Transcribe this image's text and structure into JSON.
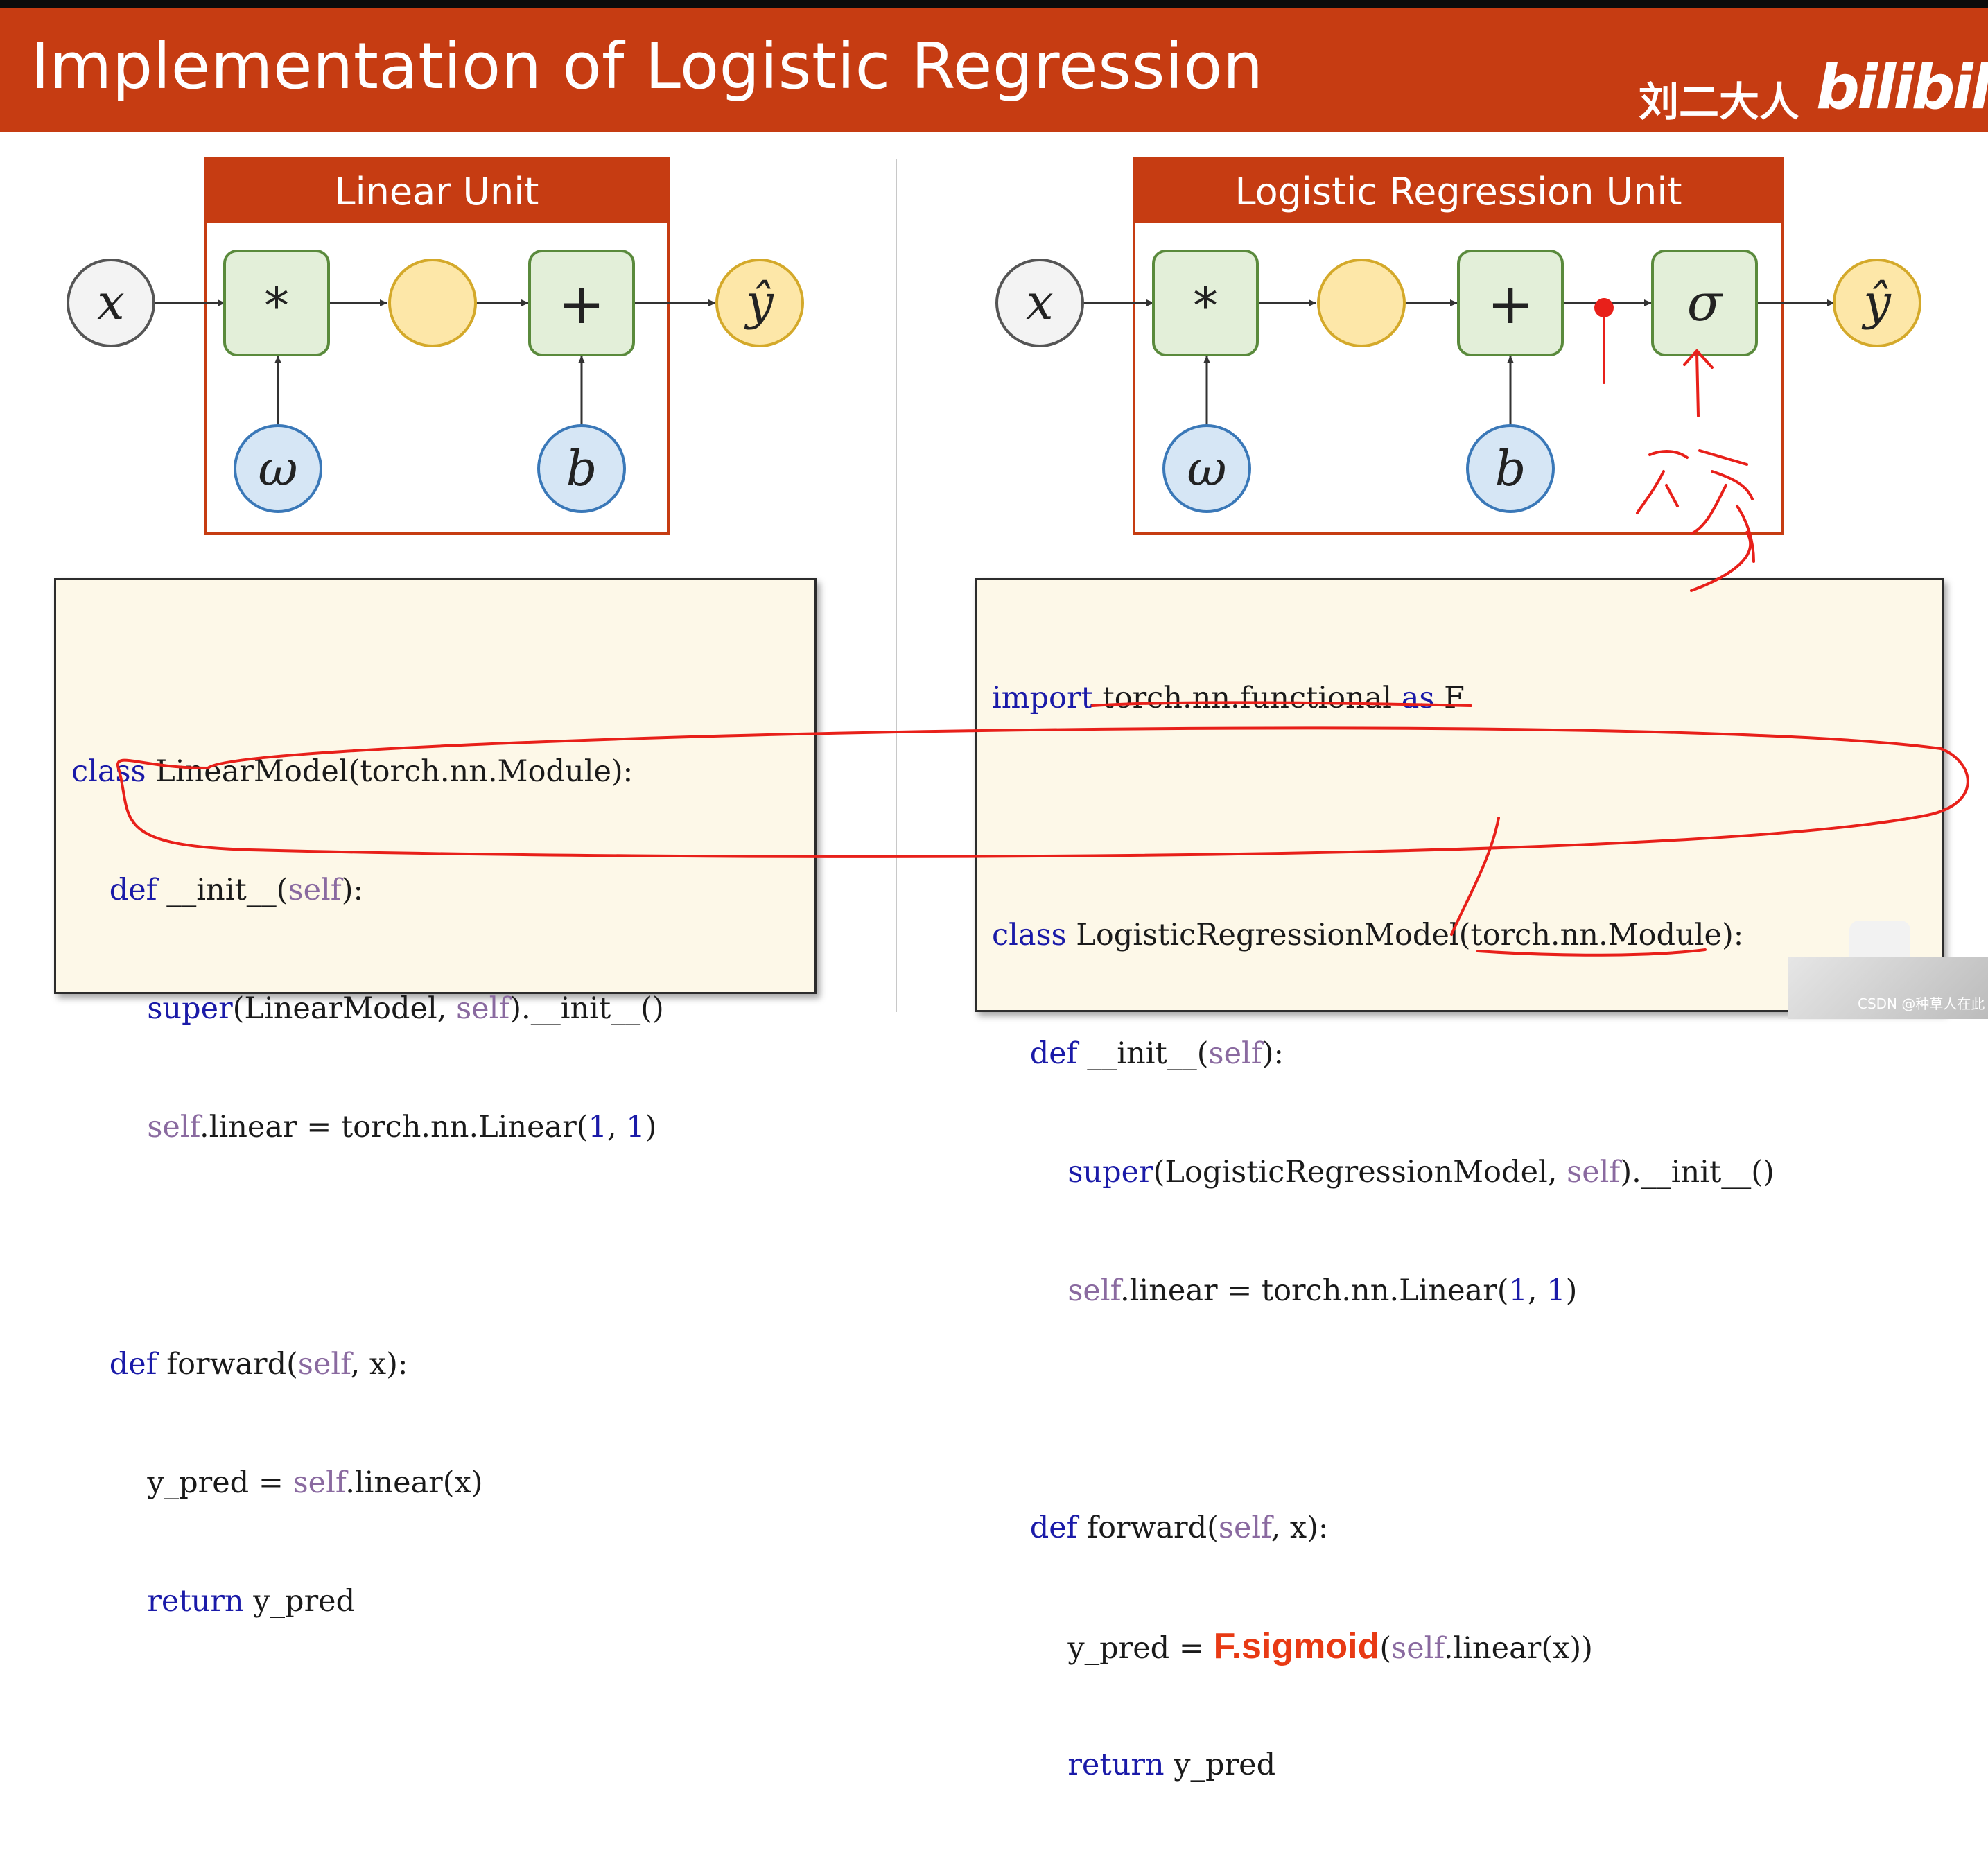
{
  "slide": {
    "title": "Implementation of Logistic Regression",
    "author": "刘二大人",
    "logo": "bilibili",
    "accent_color": "#c63c12"
  },
  "left_diagram": {
    "title": "Linear Unit",
    "input": "x",
    "multiply_op": "*",
    "add_op": "+",
    "weight": "ω",
    "bias": "b",
    "output": "ŷ"
  },
  "right_diagram": {
    "title": "Logistic Regression Unit",
    "input": "x",
    "multiply_op": "*",
    "add_op": "+",
    "activation": "σ",
    "weight": "ω",
    "bias": "b",
    "output": "ŷ",
    "handwritten_note": "饱和"
  },
  "left_code": {
    "l1": {
      "kw": "class",
      "rest": " LinearModel(torch.nn.Module):"
    },
    "l2": {
      "kw": "def",
      "name": " __init__(",
      "self": "self",
      "tail": "):"
    },
    "l3": {
      "fn": "super",
      "a": "(LinearModel, ",
      "self": "self",
      "b": ").__init__()"
    },
    "l4": {
      "self": "self",
      "a": ".linear = torch.nn.Linear(",
      "n1": "1",
      "b": ", ",
      "n2": "1",
      "c": ")"
    },
    "l5": {
      "kw": "def",
      "a": " forward(",
      "self": "self",
      "b": ", x):"
    },
    "l6": {
      "a": "y_pred = ",
      "self": "self",
      "b": ".linear(x)"
    },
    "l7": {
      "kw": "return",
      "a": " y_pred"
    }
  },
  "right_code": {
    "l0": {
      "kw": "import",
      "a": " torch.nn.functional ",
      "kw2": "as",
      "b": " F"
    },
    "l1": {
      "kw": "class",
      "rest": " LogisticRegressionModel(torch.nn.Module):"
    },
    "l2": {
      "kw": "def",
      "name": " __init__(",
      "self": "self",
      "tail": "):"
    },
    "l3": {
      "fn": "super",
      "a": "(LogisticRegressionModel, ",
      "self": "self",
      "b": ").__init__()"
    },
    "l4": {
      "self": "self",
      "a": ".linear = torch.nn.Linear(",
      "n1": "1",
      "b": ", ",
      "n2": "1",
      "c": ")"
    },
    "l5": {
      "kw": "def",
      "a": " forward(",
      "self": "self",
      "b": ", x):"
    },
    "l6": {
      "a": "y_pred = ",
      "sig": "F.sigmoid",
      "b": "(",
      "self": "self",
      "c": ".linear(x))"
    },
    "l7": {
      "kw": "return",
      "a": " y_pred"
    }
  },
  "video": {
    "watermark": "CSDN @种草人在此"
  }
}
